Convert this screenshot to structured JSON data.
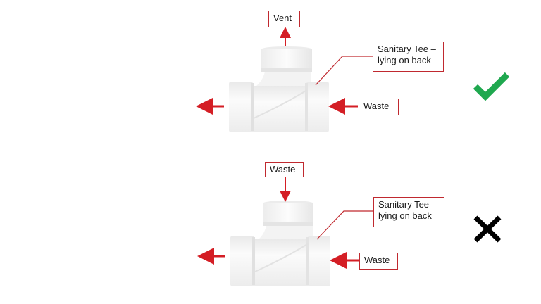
{
  "colors": {
    "arrow": "#d41e25",
    "label_border": "#c0292f",
    "pipe_fill": "#f4f4f4",
    "pipe_shadow": "#e2e2e2",
    "check": "#1fa84f",
    "cross": "#000000"
  },
  "diagrams": [
    {
      "verdict": "correct",
      "top_label": "Vent",
      "fitting_label_line1": "Sanitary Tee –",
      "fitting_label_line2": "lying on back",
      "side_label": "Waste",
      "status_icon": "check-icon"
    },
    {
      "verdict": "incorrect",
      "top_label": "Waste",
      "fitting_label_line1": "Sanitary Tee –",
      "fitting_label_line2": "lying on back",
      "side_label": "Waste",
      "status_icon": "cross-icon"
    }
  ]
}
